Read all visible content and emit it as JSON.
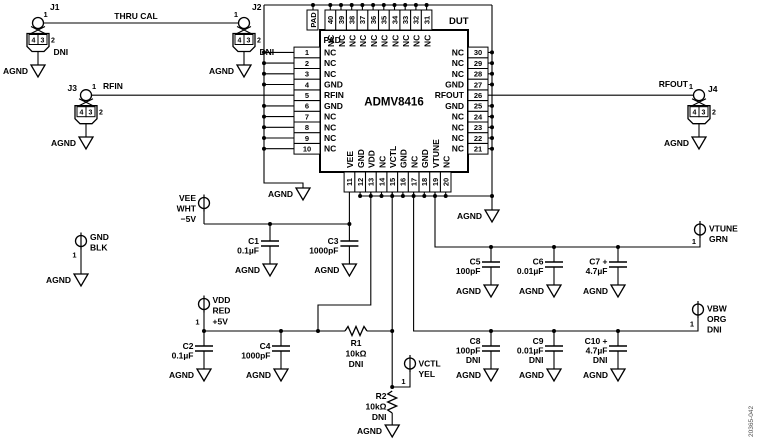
{
  "figure_number": "20365-042",
  "ground_label": "AGND",
  "nets": {
    "thru_cal": "THRU CAL",
    "rfin": "RFIN",
    "rfout": "RFOUT"
  },
  "ic": {
    "part": "ADMV8416",
    "dut": "DUT",
    "pad": "PAD",
    "left_pins": [
      {
        "num": "1",
        "label": "NC"
      },
      {
        "num": "2",
        "label": "NC"
      },
      {
        "num": "3",
        "label": "NC"
      },
      {
        "num": "4",
        "label": "GND"
      },
      {
        "num": "5",
        "label": "RFIN"
      },
      {
        "num": "6",
        "label": "GND"
      },
      {
        "num": "7",
        "label": "NC"
      },
      {
        "num": "8",
        "label": "NC"
      },
      {
        "num": "9",
        "label": "NC"
      },
      {
        "num": "10",
        "label": "NC"
      }
    ],
    "right_pins": [
      {
        "num": "30",
        "label": "NC"
      },
      {
        "num": "29",
        "label": "NC"
      },
      {
        "num": "28",
        "label": "NC"
      },
      {
        "num": "27",
        "label": "GND"
      },
      {
        "num": "26",
        "label": "RFOUT"
      },
      {
        "num": "25",
        "label": "GND"
      },
      {
        "num": "24",
        "label": "NC"
      },
      {
        "num": "23",
        "label": "NC"
      },
      {
        "num": "22",
        "label": "NC"
      },
      {
        "num": "21",
        "label": "NC"
      }
    ],
    "top_pins": [
      {
        "num": "40",
        "label": "NC"
      },
      {
        "num": "39",
        "label": "NC"
      },
      {
        "num": "38",
        "label": "NC"
      },
      {
        "num": "37",
        "label": "NC"
      },
      {
        "num": "36",
        "label": "NC"
      },
      {
        "num": "35",
        "label": "NC"
      },
      {
        "num": "34",
        "label": "NC"
      },
      {
        "num": "33",
        "label": "NC"
      },
      {
        "num": "32",
        "label": "NC"
      },
      {
        "num": "31",
        "label": "NC"
      }
    ],
    "bottom_pins": [
      {
        "num": "11",
        "label": "VEE"
      },
      {
        "num": "12",
        "label": "GND"
      },
      {
        "num": "13",
        "label": "VDD"
      },
      {
        "num": "14",
        "label": "NC"
      },
      {
        "num": "15",
        "label": "VCTL"
      },
      {
        "num": "16",
        "label": "GND"
      },
      {
        "num": "17",
        "label": "NC"
      },
      {
        "num": "18",
        "label": "GND"
      },
      {
        "num": "19",
        "label": "VTUNE"
      },
      {
        "num": "20",
        "label": "NC"
      }
    ]
  },
  "connectors": {
    "j1": {
      "ref": "J1",
      "pin1": "1",
      "pin2": "2",
      "pin3": "3",
      "pin4": "4",
      "note": "DNI"
    },
    "j2": {
      "ref": "J2",
      "pin1": "1",
      "pin2": "2",
      "pin3": "3",
      "pin4": "4",
      "note": "DNI"
    },
    "j3": {
      "ref": "J3",
      "pin1": "1",
      "pin2": "2",
      "pin3": "3",
      "pin4": "4"
    },
    "j4": {
      "ref": "J4",
      "pin1": "1",
      "pin2": "2",
      "pin3": "3",
      "pin4": "4"
    }
  },
  "testpoints": {
    "vee": {
      "ref": "VEE",
      "color": "WHT",
      "voltage": "−5V"
    },
    "gnd": {
      "ref": "GND",
      "color": "BLK",
      "pin": "1"
    },
    "vdd": {
      "ref": "VDD",
      "color": "RED",
      "voltage": "+5V",
      "pin": "1"
    },
    "vctl": {
      "ref": "VCTL",
      "color": "YEL",
      "pin": "1"
    },
    "vtune": {
      "ref": "VTUNE",
      "color": "GRN",
      "pin": "1"
    },
    "vbw": {
      "ref": "VBW",
      "color": "ORG",
      "note": "DNI",
      "pin": "1"
    }
  },
  "capacitors": {
    "c1": {
      "ref": "C1",
      "value": "0.1µF"
    },
    "c2": {
      "ref": "C2",
      "value": "0.1µF"
    },
    "c3": {
      "ref": "C3",
      "value": "1000pF"
    },
    "c4": {
      "ref": "C4",
      "value": "1000pF"
    },
    "c5": {
      "ref": "C5",
      "value": "100pF"
    },
    "c6": {
      "ref": "C6",
      "value": "0.01µF"
    },
    "c7": {
      "ref": "C7 +",
      "value": "4.7µF"
    },
    "c8": {
      "ref": "C8",
      "value": "100pF",
      "note": "DNI"
    },
    "c9": {
      "ref": "C9",
      "value": "0.01µF",
      "note": "DNI"
    },
    "c10": {
      "ref": "C10 +",
      "value": "4.7µF",
      "note": "DNI"
    }
  },
  "resistors": {
    "r1": {
      "ref": "R1",
      "value": "10kΩ",
      "note": "DNI"
    },
    "r2": {
      "ref": "R2",
      "value": "10kΩ",
      "note": "DNI"
    }
  }
}
